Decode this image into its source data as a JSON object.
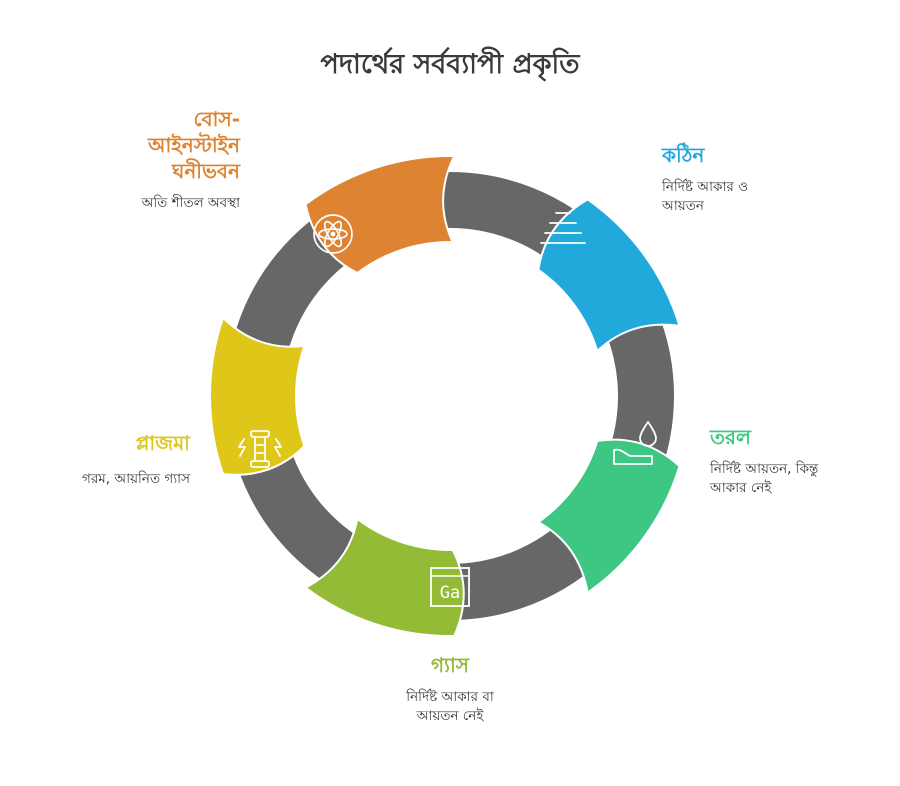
{
  "title": "পদার্থের সর্বব্যাপী প্রকৃতি",
  "colors": {
    "ring": "#676767",
    "solid": "#21a9dc",
    "liquid": "#3ec683",
    "gas": "#93bb36",
    "plasma": "#dfc71a",
    "bec": "#dd8331"
  },
  "states": [
    {
      "id": "solid",
      "icon": "layers-icon",
      "title": "কঠিন",
      "lines": [
        "নির্দিষ্ট আকার ও",
        "আয়তন"
      ]
    },
    {
      "id": "liquid",
      "icon": "drop-icon",
      "title": "তরল",
      "lines": [
        "নির্দিষ্ট আয়তন, কিন্তু",
        "আকার নেই"
      ]
    },
    {
      "id": "gas",
      "icon": "gallium-element-icon",
      "title": "গ্যাস",
      "element_symbol": "Ga",
      "lines": [
        "নির্দিষ্ট আকার বা",
        "আয়তন নেই"
      ]
    },
    {
      "id": "plasma",
      "icon": "plasma-lamp-icon",
      "title": "প্লাজমা",
      "lines": [
        "গরম, আয়নিত গ্যাস"
      ]
    },
    {
      "id": "bec",
      "icon": "atom-icon",
      "title_lines": [
        "বোস-",
        "আইনস্টাইন",
        "ঘনীভবন"
      ],
      "lines": [
        "অতি শীতল অবস্থা"
      ]
    }
  ]
}
